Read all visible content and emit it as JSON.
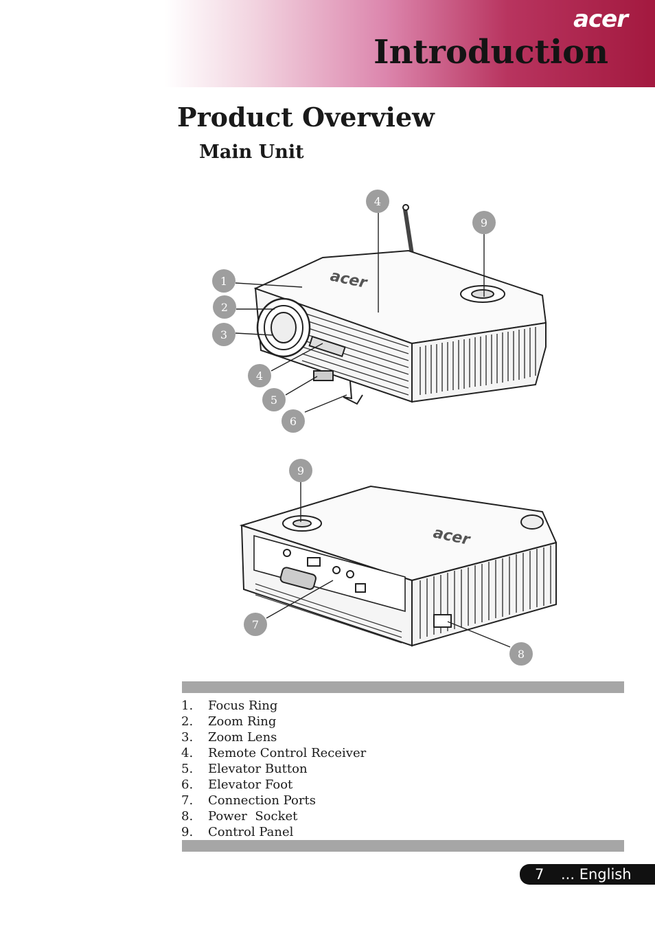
{
  "header": {
    "brand": "acer",
    "chapter_title": "Introduction"
  },
  "section_title": "Product Overview",
  "subsection_title": "Main Unit",
  "callouts": {
    "front": [
      "4",
      "9",
      "1",
      "2",
      "3",
      "4",
      "5",
      "6"
    ],
    "rear": [
      "9",
      "7",
      "8"
    ]
  },
  "parts": [
    {
      "num": "1.",
      "label": "Focus Ring"
    },
    {
      "num": "2.",
      "label": "Zoom Ring"
    },
    {
      "num": "3.",
      "label": "Zoom Lens"
    },
    {
      "num": "4.",
      "label": "Remote Control Receiver"
    },
    {
      "num": "5.",
      "label": "Elevator Button"
    },
    {
      "num": "6.",
      "label": "Elevator Foot"
    },
    {
      "num": "7.",
      "label": "Connection Ports"
    },
    {
      "num": "8.",
      "label": "Power  Socket"
    },
    {
      "num": "9.",
      "label": "Control Panel"
    }
  ],
  "footer": {
    "page_number": "7",
    "language": "... English"
  },
  "colors": {
    "header_accent": "#a3193f",
    "callout_fill": "#9e9e9e",
    "divider_gray": "#a6a6a6"
  }
}
